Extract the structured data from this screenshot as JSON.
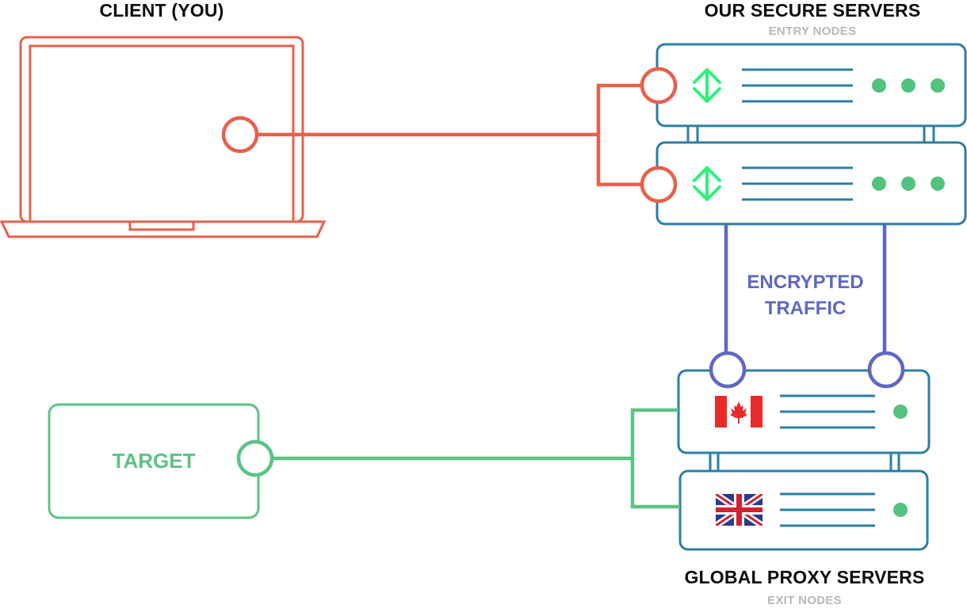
{
  "client": {
    "title": "CLIENT (YOU)"
  },
  "entry": {
    "title": "OUR SECURE SERVERS",
    "subtitle": "ENTRY NODES"
  },
  "link": {
    "line1": "ENCRYPTED",
    "line2": "TRAFFIC"
  },
  "target": {
    "label": "TARGET"
  },
  "exit": {
    "title": "GLOBAL PROXY SERVERS",
    "subtitle": "EXIT NODES"
  },
  "colors": {
    "client": "#e8604a",
    "entry_server": "#2a7fa5",
    "arrows": "#2ef07a",
    "status_dots": "#52c27e",
    "encrypted": "#5e68c4",
    "target": "#5cc385",
    "text_dark": "#0d0d0d",
    "text_muted": "#b8b8b8"
  },
  "icons": {
    "entry_server_icon": "up-down-arrow-icon",
    "exit_server_1_flag": "canada-flag-icon",
    "exit_server_2_flag": "uk-flag-icon"
  }
}
